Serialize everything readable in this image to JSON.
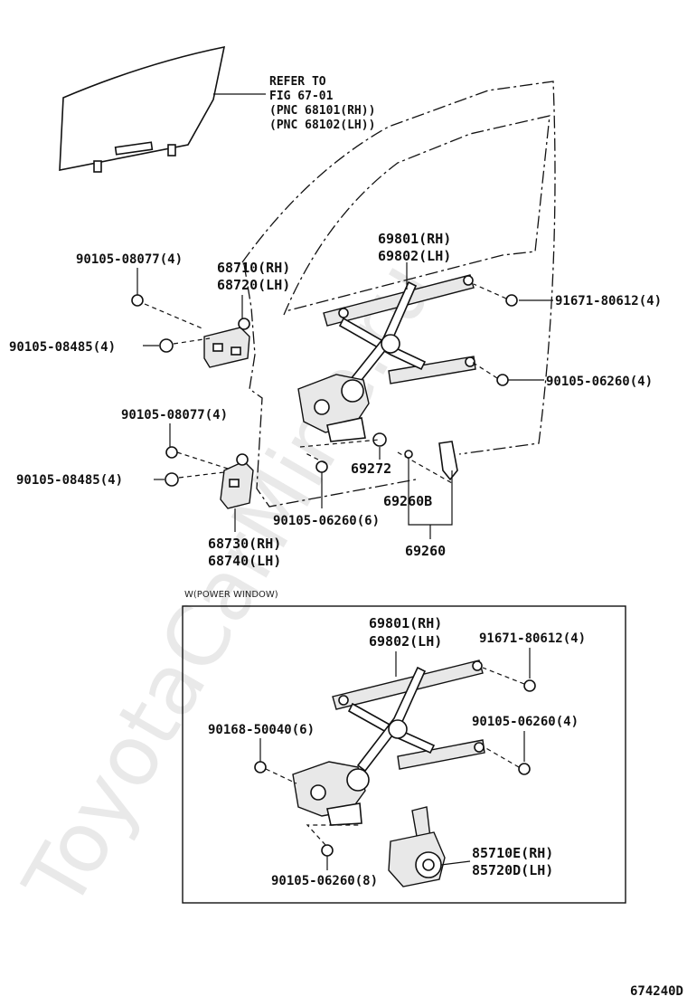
{
  "diagram_id": "674240D",
  "watermark": "ToyotaCarMine.ru",
  "glass_ref": [
    "REFER TO",
    "FIG 67-01",
    "(PNC 68101(RH))",
    "(PNC 68102(LH))"
  ],
  "top": {
    "regulator_labels": [
      "69801(RH)",
      "69802(LH)"
    ],
    "hinge_upper_labels": [
      "68710(RH)",
      "68720(LH)"
    ],
    "hinge_lower_labels": [
      "68730(RH)",
      "68740(LH)"
    ],
    "bolt_upper_hinge_a": "90105-08077(4)",
    "bolt_upper_hinge_b": "90105-08485(4)",
    "bolt_lower_hinge_a": "90105-08077(4)",
    "bolt_lower_hinge_b": "90105-08485(4)",
    "bolt_regulator_upper": "91671-80612(4)",
    "bolt_regulator_lower": "90105-06260(4)",
    "bolt_regulator_base": "90105-06260(6)",
    "handle_washer": "69272",
    "handle_clip": "69260B",
    "handle": "69260"
  },
  "power_window": {
    "title": "W(POWER WINDOW)",
    "regulator_labels": [
      "69801(RH)",
      "69802(LH)"
    ],
    "bolt_regulator_upper": "91671-80612(4)",
    "bolt_regulator_lower": "90105-06260(4)",
    "bolt_motor_screw": "90168-50040(6)",
    "bolt_base": "90105-06260(8)",
    "motor_labels": [
      "85710E(RH)",
      "85720D(LH)"
    ]
  }
}
